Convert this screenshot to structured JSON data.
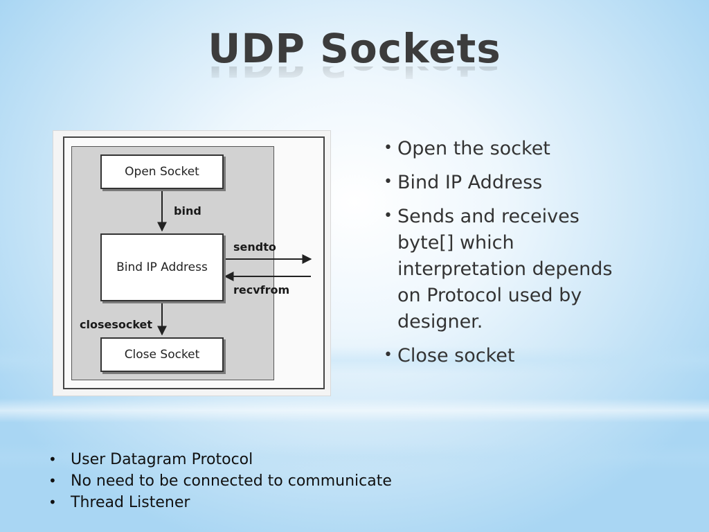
{
  "slide": {
    "title": "UDP Sockets"
  },
  "diagram": {
    "boxes": {
      "open": "Open Socket",
      "bind": "Bind IP Address",
      "close": "Close Socket"
    },
    "labels": {
      "bind": "bind",
      "sendto": "sendto",
      "recvfrom": "recvfrom",
      "closesocket": "closesocket"
    }
  },
  "main_bullets": [
    "Open the socket",
    "Bind IP Address",
    "Sends and receives byte[] which interpretation depends on Protocol used by designer.",
    "Close socket"
  ],
  "notes": [
    "User Datagram Protocol",
    "No need to be connected to communicate",
    "Thread Listener"
  ],
  "bullet_glyph": "•"
}
